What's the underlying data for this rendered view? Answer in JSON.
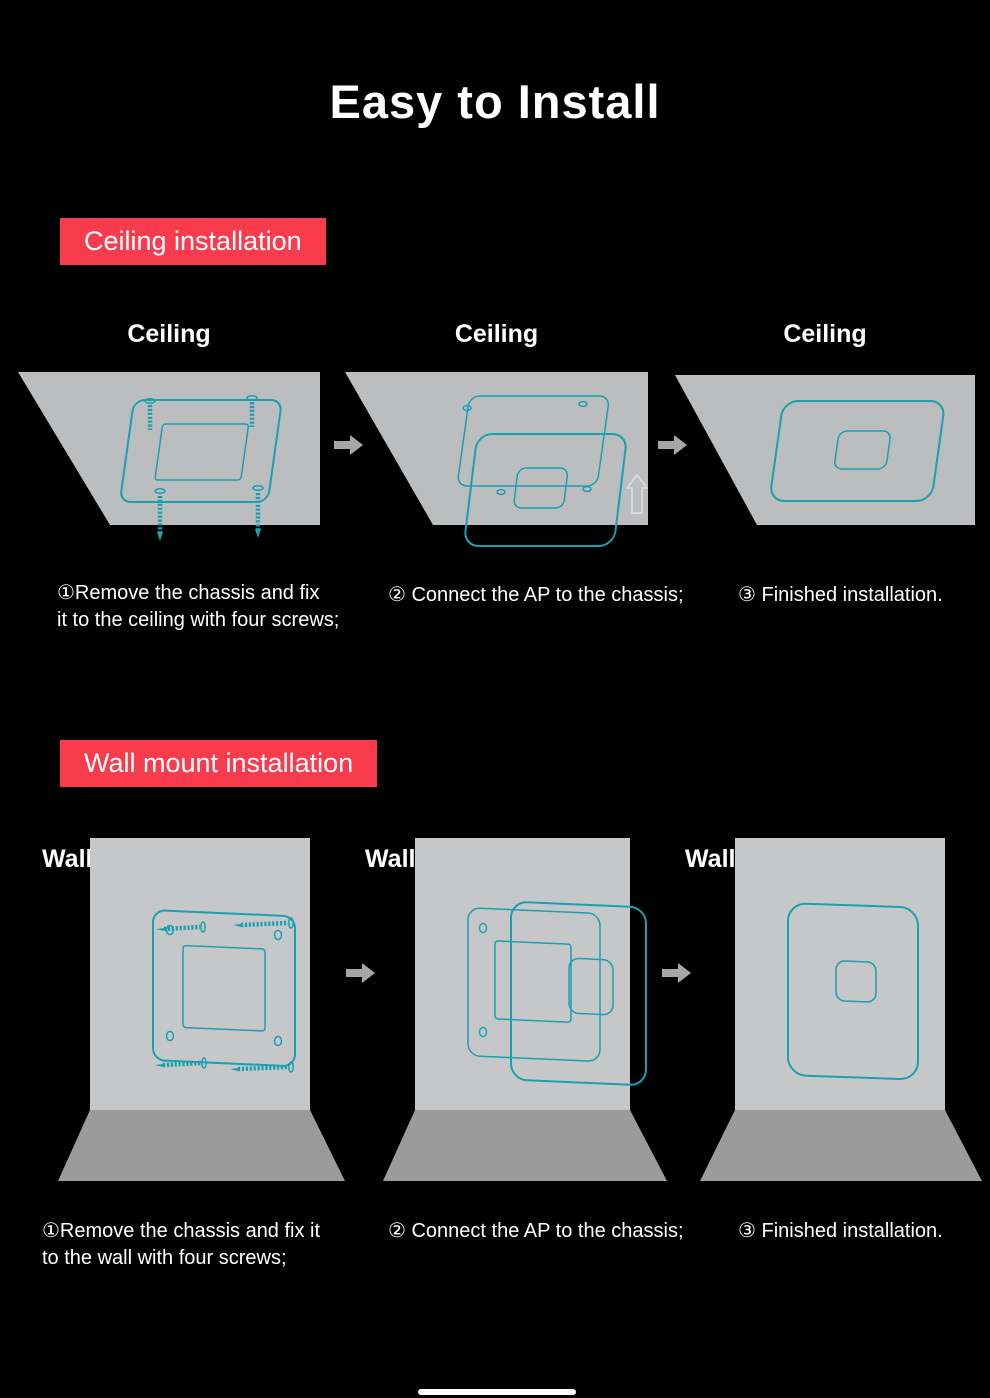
{
  "title": "Easy to Install",
  "colors": {
    "bg": "#000000",
    "badge-red": "#f83b4d",
    "teal": "#1aa0b0",
    "panel-gray": "#bcbdbf",
    "wall-gray": "#c6c7c9",
    "floor-gray": "#9b9b9b",
    "arrow-gray": "#a6a6a6",
    "text-white": "#ffffff"
  },
  "ceiling": {
    "badge": "Ceiling installation",
    "panels": [
      {
        "label": "Ceiling",
        "caption": "①Remove the chassis and fix\nit to the ceiling with four screws;"
      },
      {
        "label": "Ceiling",
        "caption": "② Connect the AP to the chassis;"
      },
      {
        "label": "Ceiling",
        "caption": "③ Finished installation."
      }
    ]
  },
  "wall": {
    "badge": "Wall mount installation",
    "panels": [
      {
        "label": "Wall",
        "caption": "①Remove the chassis and fix it\nto the wall with four screws;"
      },
      {
        "label": "Wall",
        "caption": "② Connect the AP to the chassis;"
      },
      {
        "label": "Wall",
        "caption": "③ Finished installation."
      }
    ]
  }
}
